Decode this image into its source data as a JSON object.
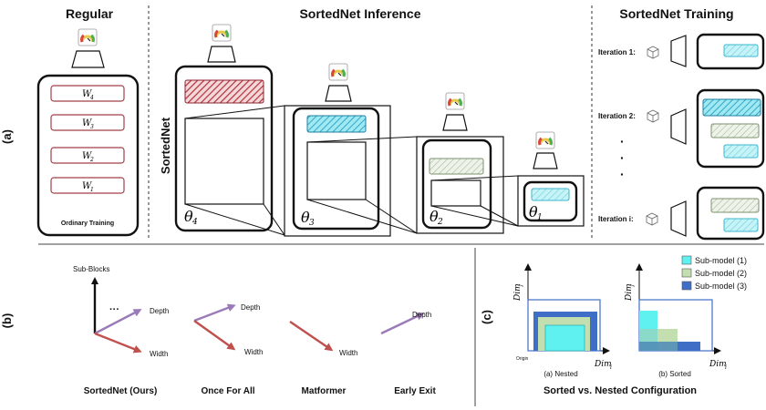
{
  "panel_a": {
    "label": "(a)",
    "regular": {
      "title": "Regular",
      "weights": [
        "W",
        "W",
        "W",
        "W"
      ],
      "weight_subs": [
        "4",
        "3",
        "2",
        "1"
      ],
      "caption": "Ordinary Training"
    },
    "inference": {
      "title": "SortedNet Inference",
      "side_label": "SortedNet",
      "thetas": [
        "θ",
        "θ",
        "θ",
        "θ"
      ],
      "theta_subs": [
        "4",
        "3",
        "2",
        "1"
      ]
    },
    "training": {
      "title": "SortedNet Training",
      "iterations": [
        "Iteration 1:",
        "Iteration 2:",
        "Iteration i:"
      ],
      "ellipsis": "·"
    },
    "colors": {
      "red": "#b5303a",
      "cyan": "#7fe3ee",
      "cyan_dark": "#2a9fc4",
      "green": "#dfe8d8",
      "green_border": "#8aa07c"
    }
  },
  "panel_b": {
    "label": "(b)",
    "axis_sub_blocks": "Sub-Blocks",
    "dots": "···",
    "depth": "Depth",
    "width": "Width",
    "captions": [
      "SortedNet (Ours)",
      "Once For All",
      "Matformer",
      "Early Exit"
    ],
    "colors": {
      "depth": "#9a7ab8",
      "width": "#c0504d",
      "vertical": "#111111"
    }
  },
  "panel_c": {
    "label": "(c)",
    "legend": [
      "Sub-model (1)",
      "Sub-model (2)",
      "Sub-model (3)"
    ],
    "legend_colors": [
      "#5ff0f0",
      "#c3dfb0",
      "#3f6ec6"
    ],
    "ylabel": "Dim",
    "ylabel_sub": "j",
    "xlabel": "Dim",
    "xlabel_sub": "i",
    "origin": "Origin",
    "left_caption": "(a) Nested",
    "right_caption": "(b) Sorted",
    "title": "Sorted vs. Nested Configuration"
  }
}
